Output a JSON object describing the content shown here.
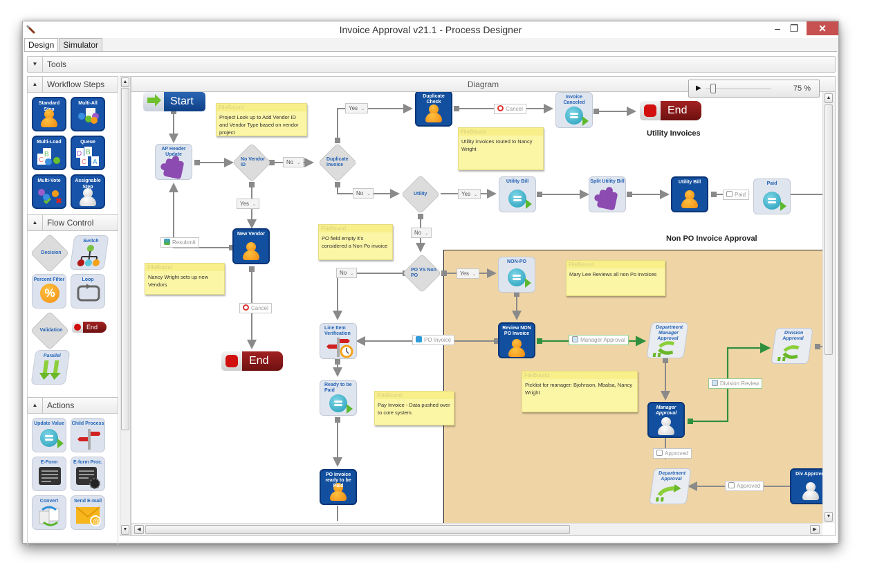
{
  "window": {
    "title": "Invoice Approval v21.1 - Process Designer",
    "controls": {
      "minimize": "–",
      "maximize": "❐",
      "close": "✕"
    }
  },
  "tabs": [
    {
      "label": "Design",
      "active": true
    },
    {
      "label": "Simulator",
      "active": false
    }
  ],
  "tools_bar": {
    "label": "Tools",
    "toggle": "▼"
  },
  "left_panel": {
    "workflow_steps": {
      "title": "Workflow Steps",
      "toggle": "▲",
      "items": [
        "Standard Step",
        "Multi-All",
        "Multi-Load",
        "Queue",
        "Multi-Vote",
        "Assignable Step"
      ]
    },
    "flow_control": {
      "title": "Flow Control",
      "toggle": "▲",
      "items": [
        "Decision",
        "Switch",
        "Percent Filter",
        "Loop",
        "Validation",
        "End",
        "Parallel"
      ]
    },
    "actions": {
      "title": "Actions",
      "toggle": "▲",
      "items": [
        "Update Value",
        "Child Process",
        "E-Form",
        "E-form Proc.",
        "Convert",
        "Send E-mail"
      ]
    }
  },
  "diagram": {
    "title": "Diagram",
    "zoom": {
      "play_icon": "▶",
      "percent": "75 %",
      "slider_value_fraction": 0.12
    },
    "start_label": "Start",
    "end_label": "End",
    "note_header": "FileBound",
    "section_titles": {
      "utility": "Utility Invoices",
      "non_po": "Non PO Invoice Approval"
    },
    "nodes": {
      "ap_header_update": "AP Header Update",
      "no_vendor_id": "No Vendor ID",
      "duplicate_invoice": "Duplicate Invoice",
      "duplicate_check": "Duplicate Check",
      "invoice_canceled": "Invoice Canceled",
      "utility": "Utility",
      "utility_bill_action": "Utility Bill",
      "split_utility_bill": "Split Utility Bill",
      "utility_bill_step": "Utility Bill",
      "paid": "Paid",
      "new_vendor": "New Vendor",
      "po_vs_non_po": "PO VS Non PO",
      "non_po": "NON-PO",
      "line_item_verification": "Line Item Verification",
      "review_non_po_invoice": "Review NON PO Invoice",
      "department_manager_approval": "Department Manager Approval",
      "division_approval": "Division Approval",
      "ready_to_be_paid": "Ready to be Paid",
      "manager_approval": "Manager Approval",
      "po_invoice_ready": "PO Invoice ready to be Paid",
      "department_approval": "Department Approval",
      "div_approver": "Div Approver"
    },
    "notes": [
      "Project Look up to Add Vendor ID and Vendor Type based on vendor project",
      "Utility invoices routed to Nancy Wright",
      "PO field empty it's considered a Non Po invoice",
      "Nancy Wright sets up new Vendors",
      "Mary Lee Reviews all non Po invoices",
      "Picklist for manager: Bjohnson, Mbalsa, Nancy Wright",
      "Pay Invoice - Data pushed over to core system."
    ],
    "connector_labels": {
      "yes": "Yes",
      "no": "No",
      "cancel": "Cancel",
      "resubmit": "Resubmit",
      "paid": "Paid",
      "po_invoice": "PO Invoice",
      "manager_approval": "Manager Approval",
      "division_review": "Division Review",
      "approved": "Approved",
      "dropdown": "⌄"
    }
  },
  "scroll": {
    "up": "▲",
    "down": "▼",
    "left": "◀",
    "right": "▶"
  }
}
